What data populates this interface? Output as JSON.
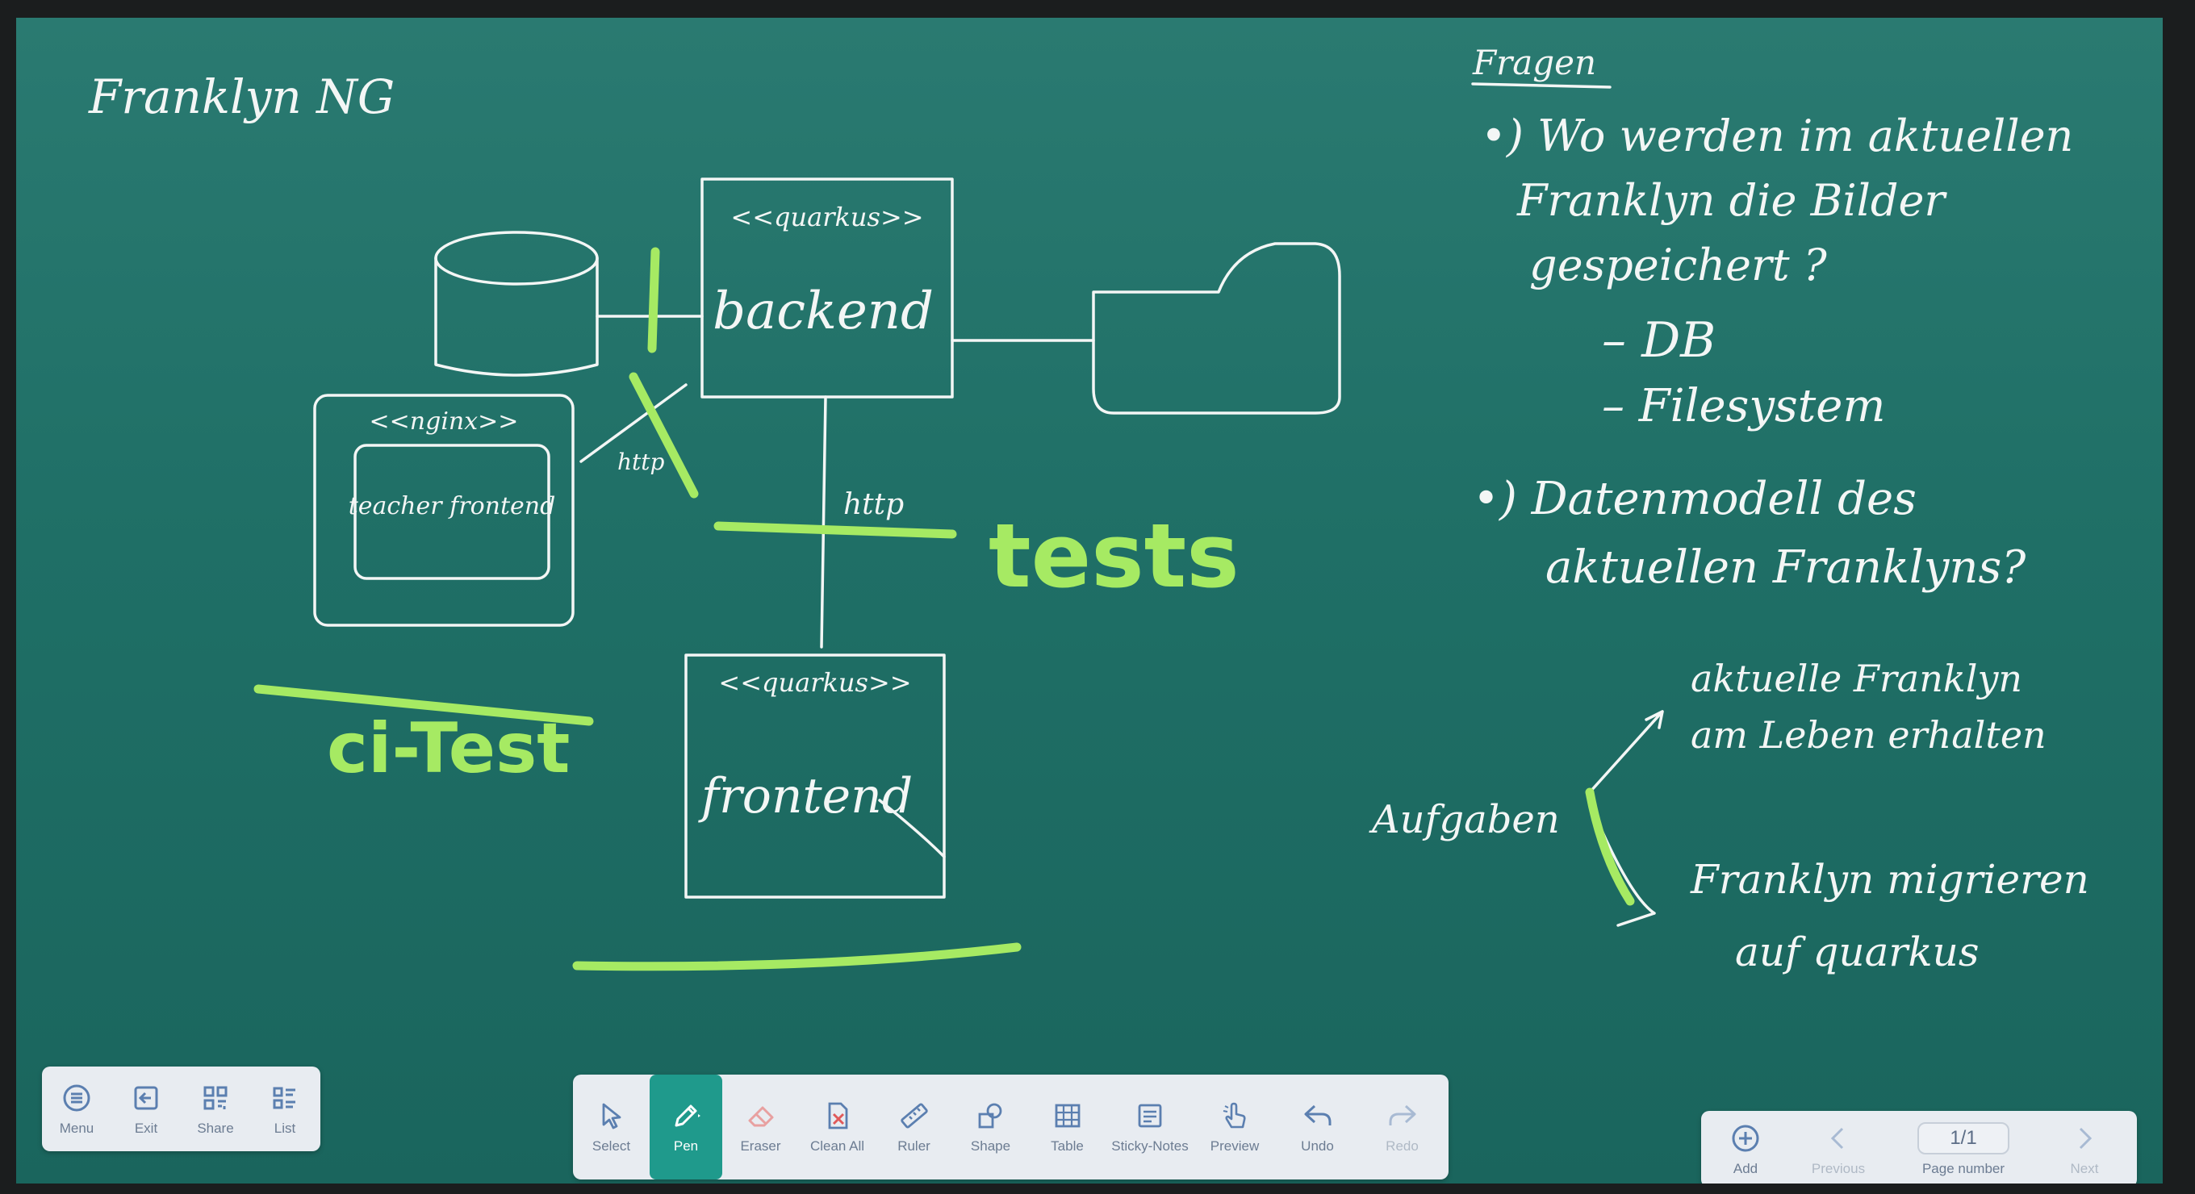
{
  "whiteboard": {
    "title": "Franklyn NG",
    "backend_stereotype": "<<quarkus>>",
    "backend_label": "backend",
    "nginx_stereotype": "<<nginx>>",
    "nginx_inner": "teacher frontend",
    "http_left": "http",
    "http_right": "http",
    "frontend_stereotype": "<<quarkus>>",
    "frontend_label": "frontend",
    "tests_label": "tests",
    "ci_label": "ci-Test",
    "questions_title": "Fragen",
    "q1_line1": "•) Wo werden im aktuellen",
    "q1_line2": "Franklyn die Bilder",
    "q1_line3": "gespeichert ?",
    "q1_opt1": "– DB",
    "q1_opt2": "– Filesystem",
    "q2_line1": "•) Datenmodell des",
    "q2_line2": "aktuellen Franklyns?",
    "tasks_label": "Aufgaben",
    "task1_line1": "aktuelle Franklyn",
    "task1_line2": "am Leben erhalten",
    "task2_line1": "Franklyn migrieren",
    "task2_line2": "auf quarkus"
  },
  "left_toolbar": [
    {
      "label": "Menu",
      "icon": "menu-icon"
    },
    {
      "label": "Exit",
      "icon": "exit-icon"
    },
    {
      "label": "Share",
      "icon": "qr-share-icon"
    },
    {
      "label": "List",
      "icon": "list-icon"
    }
  ],
  "main_toolbar": [
    {
      "label": "Select",
      "icon": "cursor-icon"
    },
    {
      "label": "Pen",
      "icon": "pen-icon",
      "active": true
    },
    {
      "label": "Eraser",
      "icon": "eraser-icon"
    },
    {
      "label": "Clean All",
      "icon": "clean-all-icon"
    },
    {
      "label": "Ruler",
      "icon": "ruler-icon"
    },
    {
      "label": "Shape",
      "icon": "shape-icon"
    },
    {
      "label": "Table",
      "icon": "table-icon"
    },
    {
      "label": "Sticky-Notes",
      "icon": "sticky-notes-icon"
    },
    {
      "label": "Preview",
      "icon": "preview-icon"
    },
    {
      "label": "Undo",
      "icon": "undo-icon"
    },
    {
      "label": "Redo",
      "icon": "redo-icon",
      "disabled": true
    }
  ],
  "page_nav": {
    "add_label": "Add",
    "previous_label": "Previous",
    "page_value": "1/1",
    "page_caption": "Page number",
    "next_label": "Next"
  },
  "colors": {
    "board": "#1f6f66",
    "ink_white": "#f3f6f5",
    "ink_highlight": "#a6ea63",
    "toolbar_bg": "#e8ecf1",
    "active_tool": "#1f9a8c"
  }
}
